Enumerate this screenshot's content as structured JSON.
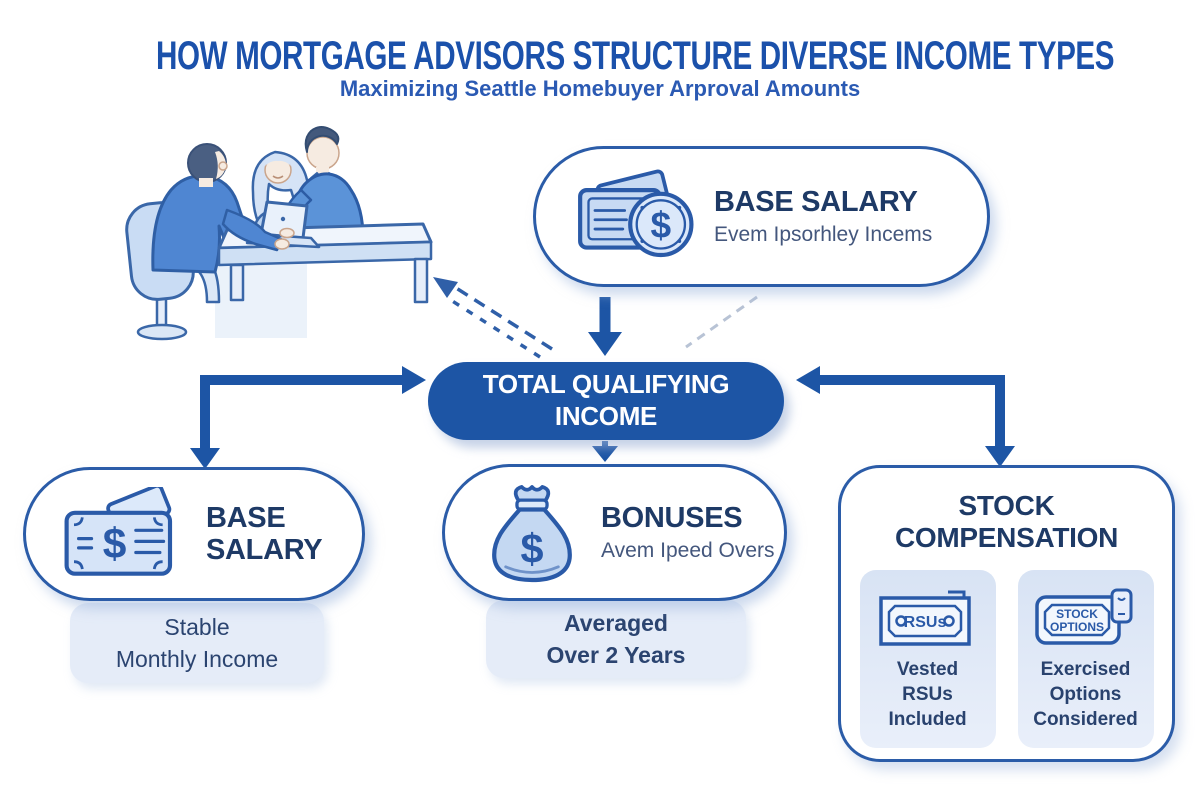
{
  "header": {
    "title": "HOW MORTGAGE ADVISORS STRUCTURE DIVERSE INCOME TYPES",
    "subtitle": "Maximizing Seattle Homebuyer Arproval Amounts"
  },
  "top_pill": {
    "title": "BASE SALARY",
    "subtitle": "Evem Ipsorhley Incems"
  },
  "center_node": {
    "line1": "TOTAL QUALIFYING",
    "line2": "INCOME"
  },
  "base_salary_node": {
    "title_line1": "BASE",
    "title_line2": "SALARY",
    "caption_line1": "Stable",
    "caption_line2": "Monthly Income"
  },
  "bonuses_node": {
    "title": "BONUSES",
    "subtitle": "Avem Ipeed Overs",
    "caption_line1": "Averaged",
    "caption_line2": "Over 2 Years"
  },
  "stock_node": {
    "title_line1": "STOCK",
    "title_line2": "COMPENSATION",
    "rsu_card": {
      "ticket_label": "RSUs",
      "caption_line1": "Vested",
      "caption_line2": "RSUs",
      "caption_line3": "Included"
    },
    "options_card": {
      "ticket_line1": "STOCK",
      "ticket_line2": "OPTIONS",
      "caption_line1": "Exercised",
      "caption_line2": "Options",
      "caption_line3": "Considered"
    }
  },
  "icons": {
    "dollar_glyph": "$",
    "top_pill_icon": "cash-stack-with-coin-icon",
    "base_salary_icon": "banknote-icon",
    "bonuses_icon": "money-bag-icon",
    "rsu_icon": "rsu-certificate-ticket-icon",
    "options_icon": "stock-options-ticket-icon"
  },
  "colors": {
    "title_blue": "#1b51ab",
    "navy_text": "#1e3a66",
    "accent_blue": "#1d55a5",
    "border_blue": "#2b5ca8",
    "caption_bg": "#e5ecf8",
    "card_bg": "#dde7f6"
  }
}
